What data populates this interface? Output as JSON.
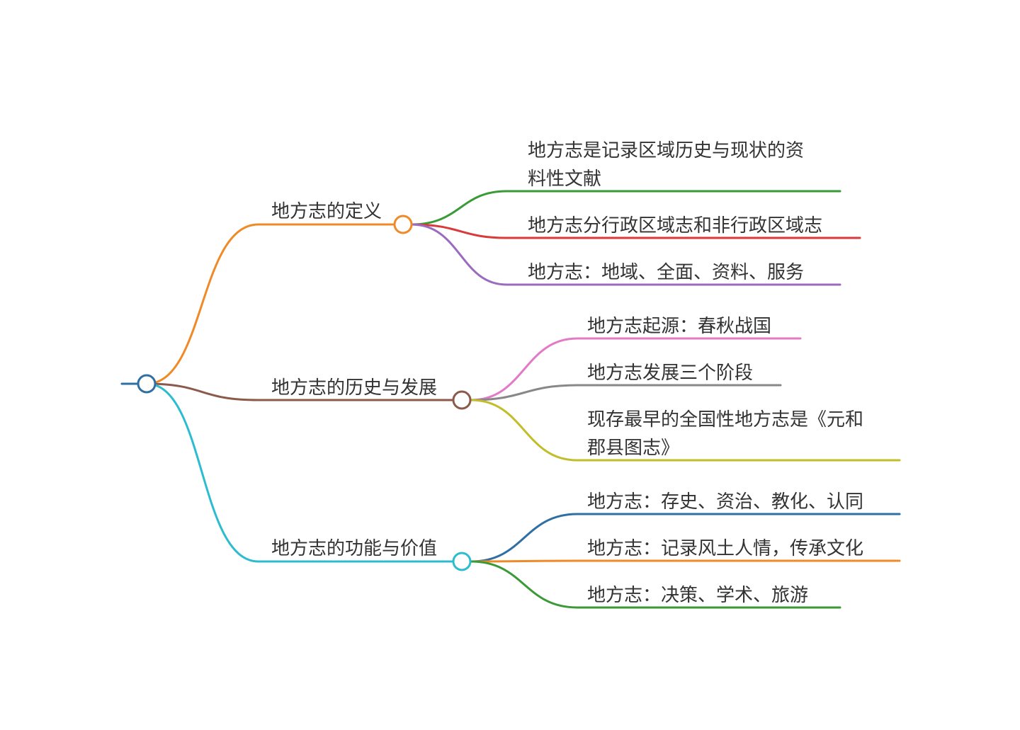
{
  "colors": {
    "root": "#2f6fa3",
    "b1": "#ef8a27",
    "b2": "#8b5a4a",
    "b3": "#2bbcd0",
    "b1_c1": "#3a9a35",
    "b1_c2": "#d93a3a",
    "b1_c3": "#9b6bc0",
    "b2_c1": "#e27ac6",
    "b2_c2": "#888888",
    "b2_c3": "#c2bd2a",
    "b3_c1": "#2f6fa3",
    "b3_c2": "#ef8a27",
    "b3_c3": "#3a9a35"
  },
  "branches": [
    {
      "label": "地方志的定义",
      "children": [
        {
          "lines": [
            "地方志是记录区域历史与现状的资",
            "料性文献"
          ]
        },
        {
          "lines": [
            "地方志分行政区域志和非行政区域志"
          ]
        },
        {
          "lines": [
            "地方志：地域、全面、资料、服务"
          ]
        }
      ]
    },
    {
      "label": "地方志的历史与发展",
      "children": [
        {
          "lines": [
            "地方志起源：春秋战国"
          ]
        },
        {
          "lines": [
            "地方志发展三个阶段"
          ]
        },
        {
          "lines": [
            "现存最早的全国性地方志是《元和",
            "郡县图志》"
          ]
        }
      ]
    },
    {
      "label": "地方志的功能与价值",
      "children": [
        {
          "lines": [
            "地方志：存史、资治、教化、认同"
          ]
        },
        {
          "lines": [
            "地方志：记录风土人情，传承文化"
          ]
        },
        {
          "lines": [
            "地方志：决策、学术、旅游"
          ]
        }
      ]
    }
  ]
}
